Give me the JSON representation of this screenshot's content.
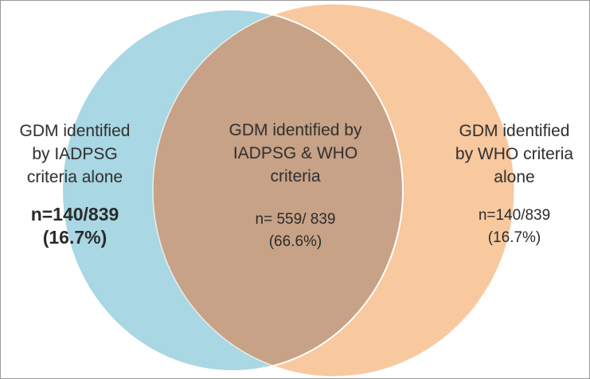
{
  "colors": {
    "iadpsg_circle": "#a9d7e3",
    "who_circle": "#f8c89f",
    "overlap": "#c8a286",
    "text": "#333333",
    "border": "#9a9a9a"
  },
  "regions": {
    "left": {
      "title": "GDM identified\nby IADPSG\ncriteria alone",
      "count": "n=140/839\n(16.7%)"
    },
    "center": {
      "title": "GDM identified by\nIADPSG & WHO\ncriteria",
      "count": "n= 559/ 839\n(66.6%)"
    },
    "right": {
      "title": "GDM identified\nby WHO criteria\nalone",
      "count": "n=140/839\n(16.7%)"
    }
  }
}
